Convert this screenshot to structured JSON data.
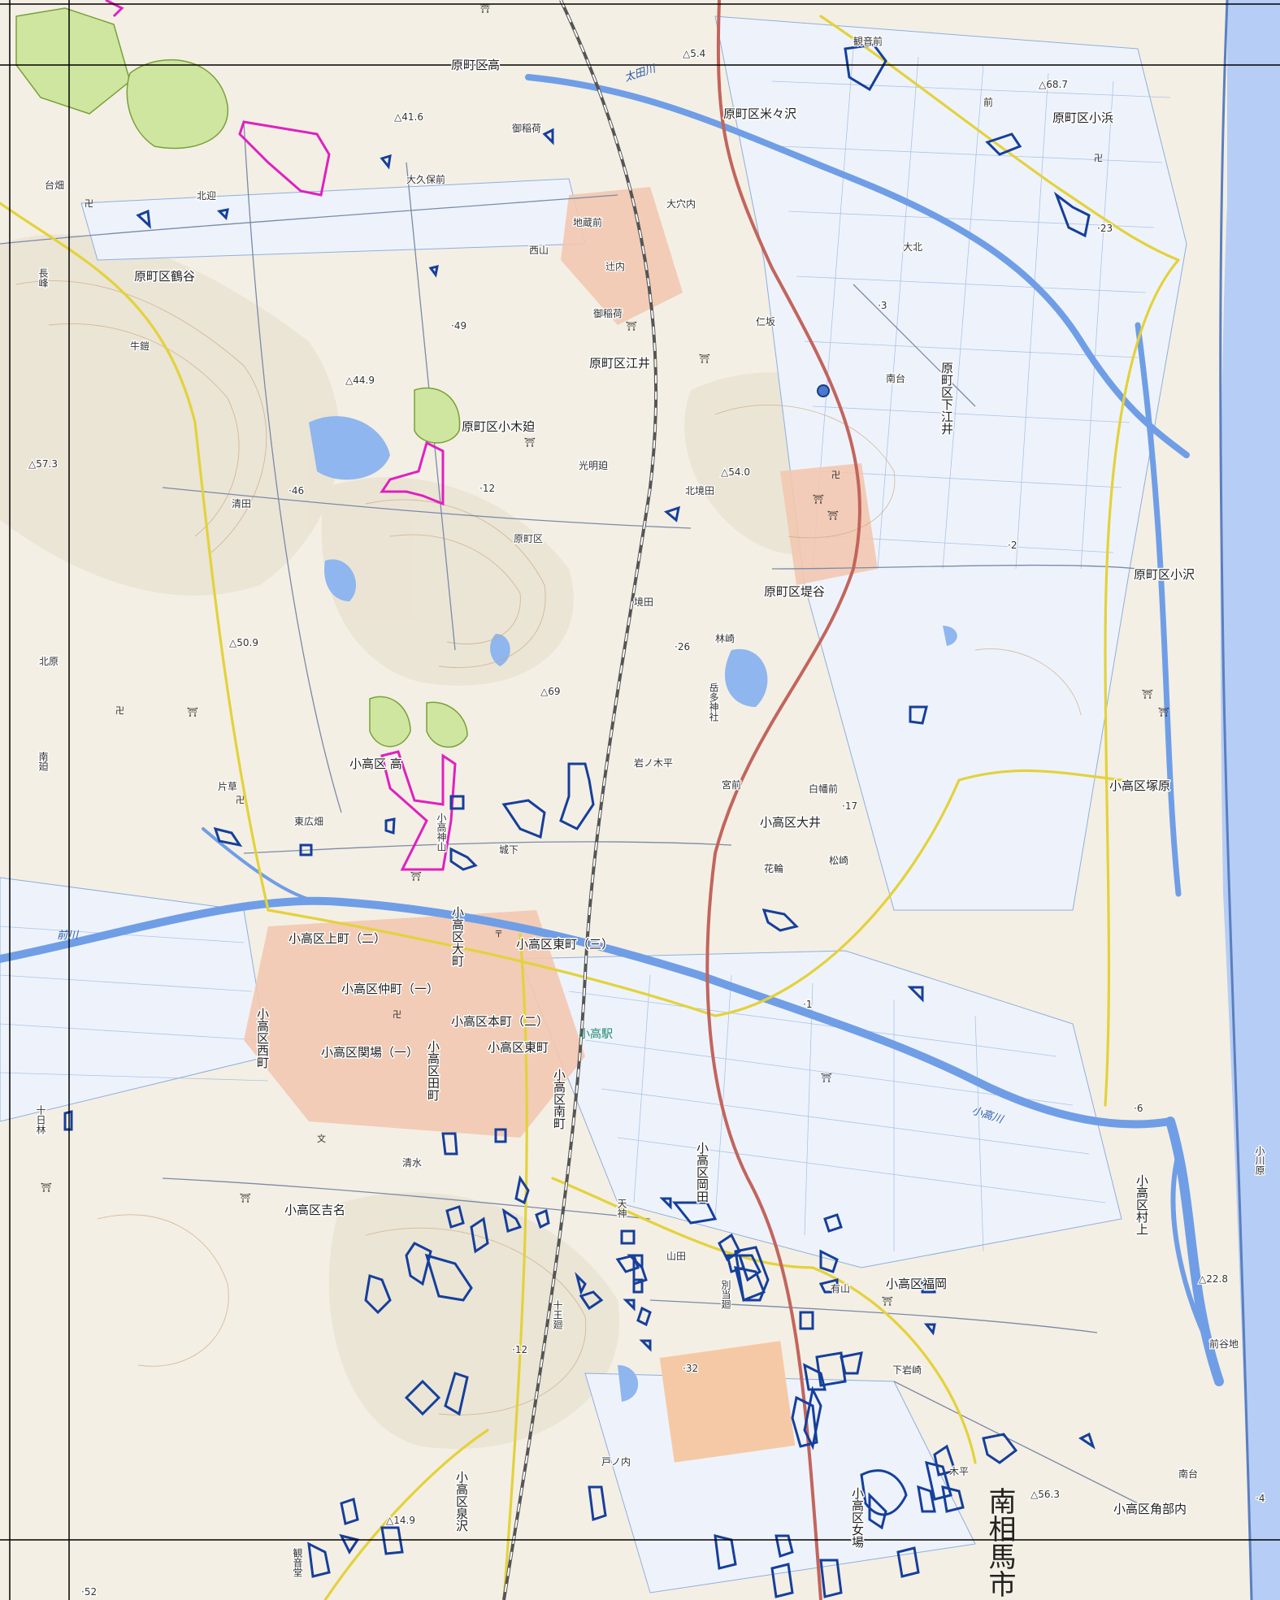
{
  "colors": {
    "land": "#f4efe4",
    "sea": "#b6cdf5",
    "paddy": "#eef3fb",
    "water": "#6f9ee6",
    "road_main": "#e3d23b",
    "road_line": "#7a8aa8",
    "rail": "#555555",
    "highway": "#c2655d",
    "forest": "#cfe6a0",
    "forest_edge": "#7aa03a",
    "magenta": "#e020c0",
    "blue_outline": "#153f9c",
    "town": "#e8a27c",
    "frame": "#000000"
  },
  "labels": {
    "haramachi_taka": "原町区高",
    "haramachi_yonezawa": "原町区米々沢",
    "haramachi_kohama": "原町区小浜",
    "haramachi_tsurugaya": "原町区鶴谷",
    "haramachi_ei": "原町区江井",
    "haramachi_shimoei": "原町区下江井",
    "haramachi_kogihata": "原町区小木廹",
    "haramachi_tsutsumiya": "原町区堤谷",
    "haramachi_kozawa": "原町区小沢",
    "haramachi": "原町区",
    "odaka_taka": "小高区 高",
    "odaka_tsukahara": "小高区塚原",
    "odaka_oi": "小高区大井",
    "odaka_kamimachi": "小高区上町（二）",
    "odaka_higashimachi3": "小高区東町（三）",
    "odaka_nakamachi": "小高区仲町（一）",
    "odaka_honmachi": "小高区本町（二）",
    "odaka_higashimachi": "小高区東町",
    "odaka_sekiba": "小高区関場（一）",
    "odaka_nishimachi": "小高区西町",
    "odaka_tamachi": "小高区田町",
    "odaka_minamimachi": "小高区南町",
    "odaka_okada": "小高区岡田",
    "odaka_yoshina": "小高区吉名",
    "odaka_fukuoka": "小高区福岡",
    "odaka_murakami": "小高区村上",
    "odaka_kakubeuchi": "小高区角部内",
    "odaka_izumisawa": "小高区泉沢",
    "odaka_onagaba": "小高区女場",
    "odaka_omachi": "小高区大町",
    "odaka_kamiyama": "小高神山",
    "odaka_station": "小高駅",
    "river_odaka": "小高川",
    "river_ota": "太田川",
    "river_sai": "前川",
    "city_name": "南相馬市",
    "small": {
      "s1": "北迎",
      "s2": "大久保前",
      "s3": "地蔵前",
      "s4": "西山",
      "s5": "辻内",
      "s6": "大北",
      "s7": "牛鎧",
      "s8": "清田",
      "s9": "光明廹",
      "s10": "北境田",
      "s11": "境田",
      "s12": "林崎",
      "s13": "岳多神社",
      "s14": "岩ノ木平",
      "s15": "白幡前",
      "s16": "宮前",
      "s17": "花輪",
      "s18": "松崎",
      "s19": "片草",
      "s20": "東広畑",
      "s21": "城下",
      "s22": "下岩崎",
      "s23": "前谷地",
      "s24": "南台",
      "s25": "木平",
      "s26": "戸ノ内",
      "s27": "十王廻",
      "s28": "別当廻",
      "s29": "小川原",
      "s30": "清水",
      "s31": "台畑",
      "s32": "長峰",
      "s33": "北原",
      "s34": "南廹",
      "s35": "十日林",
      "s36": "観音前",
      "s37": "御稲荷",
      "s38": "前",
      "s39": "大穴内",
      "s40": "天神",
      "s41": "山田",
      "s42": "有山",
      "s43": "仁坂",
      "s44": "御稲荷",
      "s45": "南台",
      "s46": "観音堂"
    },
    "elevations": {
      "e1": "△41.6",
      "e2": "△44.9",
      "e3": "△57.3",
      "e4": "△50.9",
      "e5": "△69",
      "e6": "△54.0",
      "e7": "△68.7",
      "e8": "△22.8",
      "e9": "△56.3",
      "e10": "△5.4",
      "e11": "·49",
      "e12": "·46",
      "e13": "·26",
      "e14": "·32",
      "e15": "·17",
      "e16": "·2",
      "e17": "·3",
      "e18": "·1",
      "e19": "·6",
      "e20": "·12",
      "e21": "·23",
      "e22": "·52",
      "e23": "·12",
      "e24": "△14.9",
      "e25": "·4"
    }
  }
}
